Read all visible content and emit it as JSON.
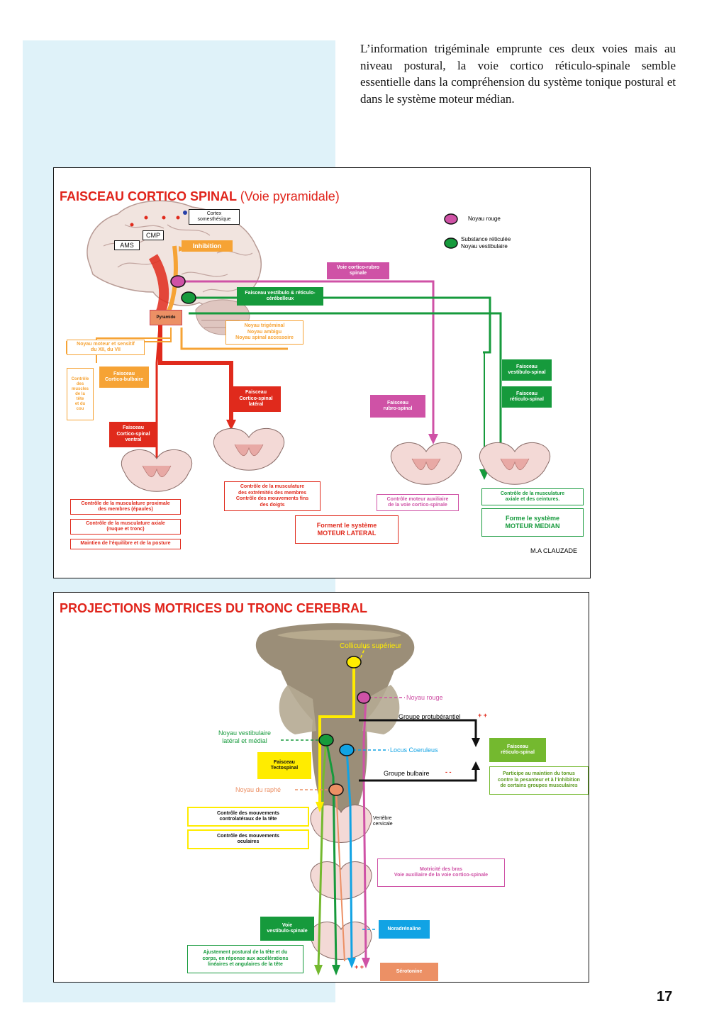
{
  "intro_text": "L’information trigéminale emprunte ces deux voies mais au niveau postural, la voie cortico réticulo-spinale semble essentielle dans la compréhension du système tonique postural et dans le système moteur médian.",
  "page_number": "17",
  "colors": {
    "red": "#e02a1c",
    "orange": "#f6a335",
    "green": "#169a3c",
    "magenta": "#cf52a6",
    "light_green": "#74b92f",
    "yellow": "#ffec00",
    "blue": "#11a3e4",
    "salmon": "#ec9065",
    "band": "#dff2f9"
  },
  "figure1": {
    "title": "FAISCEAU CORTICO SPINAL",
    "subtitle": "(Voie pyramidale)",
    "legend": {
      "noyau_rouge": "Noyau rouge",
      "substance": "Substance réticulée\nNoyau vestibulaire"
    },
    "labels": {
      "cortex": "Cortex\nsomesthésique",
      "cmp": "CMP",
      "ams": "AMS",
      "inhibition": "Inhibition",
      "pyramide": "Pyramide",
      "voie_rubro": "Voie cortico-rubro\nspinale",
      "vestibulo_cereb": "Faisceau vestibulo & réticulo-\ncérébelleux",
      "trigeminal": "Noyau trigéminal\nNoyau ambigu\nNoyau spinal accessoire",
      "noyau_moteur": "Noyau moteur et sensitif\ndu XII, du VII",
      "controle_muscles": "Contrôle\ndes\nmuscles\nde la\ntête\net du\ncou",
      "cortico_bulbaire": "Faisceau\nCortico-bulbaire",
      "cortico_lateral": "Faisceau\nCortico-spinal\nlatéral",
      "cortico_ventral": "Faisceau\nCortico-spinal\nventral",
      "rubro_spinal": "Faisceau\nrubro-spinal",
      "vestibulo_spinal": "Faisceau\nvestibulo-spinal",
      "reticulo_spinal": "Faisceau\nréticulo-spinal",
      "ctrl_proximale": "Contrôle de la musculature proximale\ndes membres (épaules)",
      "ctrl_axiale": "Contrôle de la musculature axiale\n(nuque et tronc)",
      "maintien": "Maintien de l’équilibre et de la posture",
      "ctrl_extremites": "Contrôle de la musculature\ndes extrémités des membres\nContrôle des mouvements fins\ndes doigts",
      "moteur_lateral": "Forment le système\nMOTEUR LATERAL",
      "moteur_aux": "Contrôle moteur auxiliaire\nde la voie cortico-spinale",
      "ctrl_axiale_ceint": "Contrôle de la musculature\naxiale et des ceintures.",
      "moteur_median": "Forme le système\nMOTEUR MEDIAN",
      "author": "M.A CLAUZADE"
    }
  },
  "figure2": {
    "title": "PROJECTIONS MOTRICES DU TRONC CEREBRAL",
    "labels": {
      "colliculus": "Colliculus supérieur",
      "noyau_rouge": "Noyau rouge",
      "groupe_protub": "Groupe protubérantiel",
      "plus_plus": "+ +",
      "noyau_vestibulaire": "Noyau vestibulaire\nlatéral et médial",
      "locus": "Locus Coeruleus",
      "reticulo_spinal": "Faisceau\nréticulo-spinal",
      "tectospinal": "Faisceau\nTectospinal",
      "groupe_bulbaire": "Groupe bulbaire",
      "minus_minus": "- -",
      "participe": "Participe au maintien du tonus\ncontre la pesanteur et à l’inhibition\nde certains groupes musculaires",
      "noyau_raphe": "Noyau du raphé",
      "ctrl_tete": "Contrôle des mouvements\ncontrolatéraux de la tête",
      "ctrl_oculaires": "Contrôle des mouvements\noculaires",
      "vertebre": "Vertèbre\ncervicale",
      "motricite": "Motricité des bras\nVoie auxiliaire de la voie cortico-spinale",
      "voie_vestibulo": "Voie\nvestibulo-spinale",
      "noradrenaline": "Noradrénaline",
      "ajustement": "Ajustement postural de la tête et du\ncorps, en réponse aux accélérations\nlinéaires et angulaires de la tête",
      "serotonine": "Sérotonine",
      "plus_bottom": "+ +"
    }
  }
}
